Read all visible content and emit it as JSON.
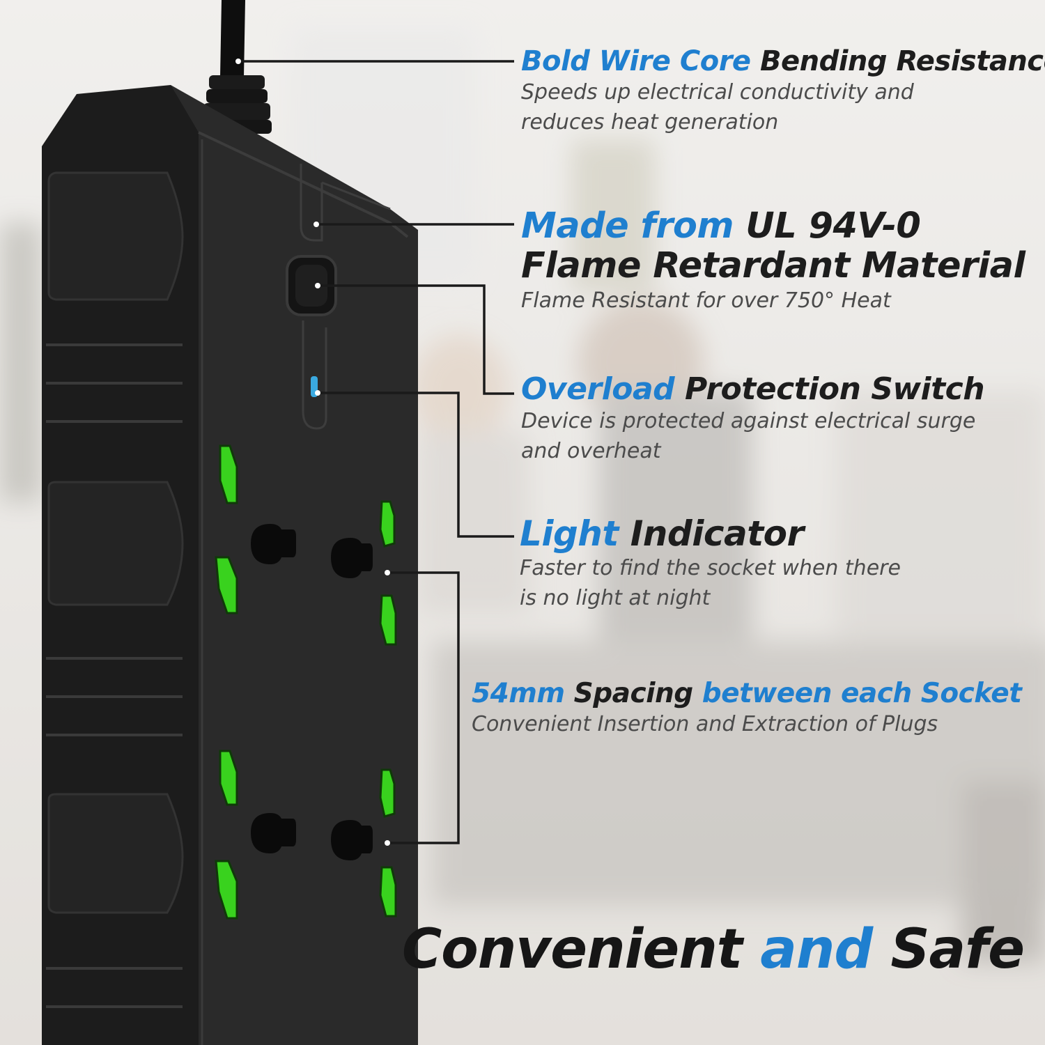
{
  "callouts": [
    {
      "heading": [
        {
          "text": "Bold Wire Core ",
          "accent": true
        },
        {
          "text": "Bending Resistance",
          "accent": false
        }
      ],
      "description": [
        "Speeds up electrical conductivity and",
        "reduces heat generation"
      ]
    },
    {
      "heading_line1": [
        {
          "text": "Made from ",
          "accent": true
        },
        {
          "text": "UL 94V-0",
          "accent": false
        }
      ],
      "heading_line2": [
        {
          "text": "Flame Retardant Material",
          "accent": false
        }
      ],
      "description": [
        "Flame Resistant for over 750° Heat"
      ]
    },
    {
      "heading": [
        {
          "text": "Overload ",
          "accent": true
        },
        {
          "text": "Protection Switch",
          "accent": false
        }
      ],
      "description": [
        "Device is protected against electrical surge",
        "and overheat"
      ]
    },
    {
      "heading": [
        {
          "text": "Light ",
          "accent": true
        },
        {
          "text": "Indicator",
          "accent": false
        }
      ],
      "description": [
        "Faster to find the socket when there",
        "is no light at night"
      ]
    },
    {
      "heading": [
        {
          "text": "54mm ",
          "accent": true
        },
        {
          "text": "Spacing ",
          "accent": false
        },
        {
          "text": "between each Socket",
          "accent": true
        }
      ],
      "description": [
        "Convenient Insertion and Extraction of Plugs"
      ]
    }
  ],
  "title": [
    {
      "text": "Convenient ",
      "accent": false
    },
    {
      "text": "and",
      "accent": true
    },
    {
      "text": " Safe",
      "accent": false
    }
  ],
  "colors": {
    "accent": "#1f7fcf",
    "dark_text": "#1d1d1d",
    "strip_body": "#262626",
    "socket_green": "#39d21e",
    "indicator": "#3aa9e0"
  }
}
